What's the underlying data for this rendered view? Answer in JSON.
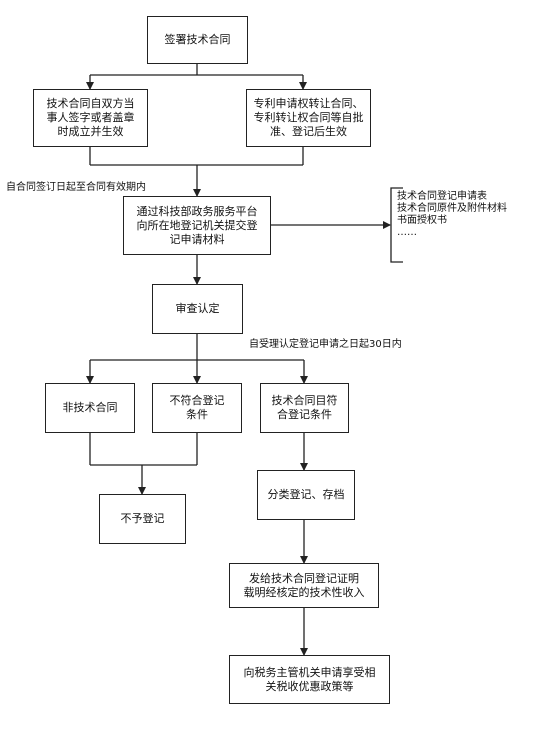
{
  "nodes": {
    "sign": "签署技术合同",
    "effective_left": [
      "技术合同自双方当",
      "事人签字或者盖章",
      "时成立并生效"
    ],
    "effective_right": [
      "专利申请权转让合同、",
      "专利转让权合同等自批",
      "准、登记后生效"
    ],
    "submit": [
      "通过科技部政务服务平台",
      "向所在地登记机关提交登",
      "记申请材料"
    ],
    "review": "审查认定",
    "not_tech": "非技术合同",
    "not_conform": [
      "不符合登记",
      "条件"
    ],
    "conform": [
      "技术合同目符",
      "合登记条件"
    ],
    "reject": "不予登记",
    "classify": "分类登记、存档",
    "certificate": [
      "发给技术合同登记证明",
      "载明经核定的技术性收入"
    ],
    "tax": [
      "向税务主管机关申请享受相",
      "关税收优惠政策等"
    ]
  },
  "notes": {
    "period_sign": "自合同签订日起至合同有效期内",
    "period_review": "自受理认定登记申请之日起30日内"
  },
  "materials": [
    "技术合同登记申请表",
    "技术合同原件及附件材料",
    "书面授权书",
    "……"
  ]
}
